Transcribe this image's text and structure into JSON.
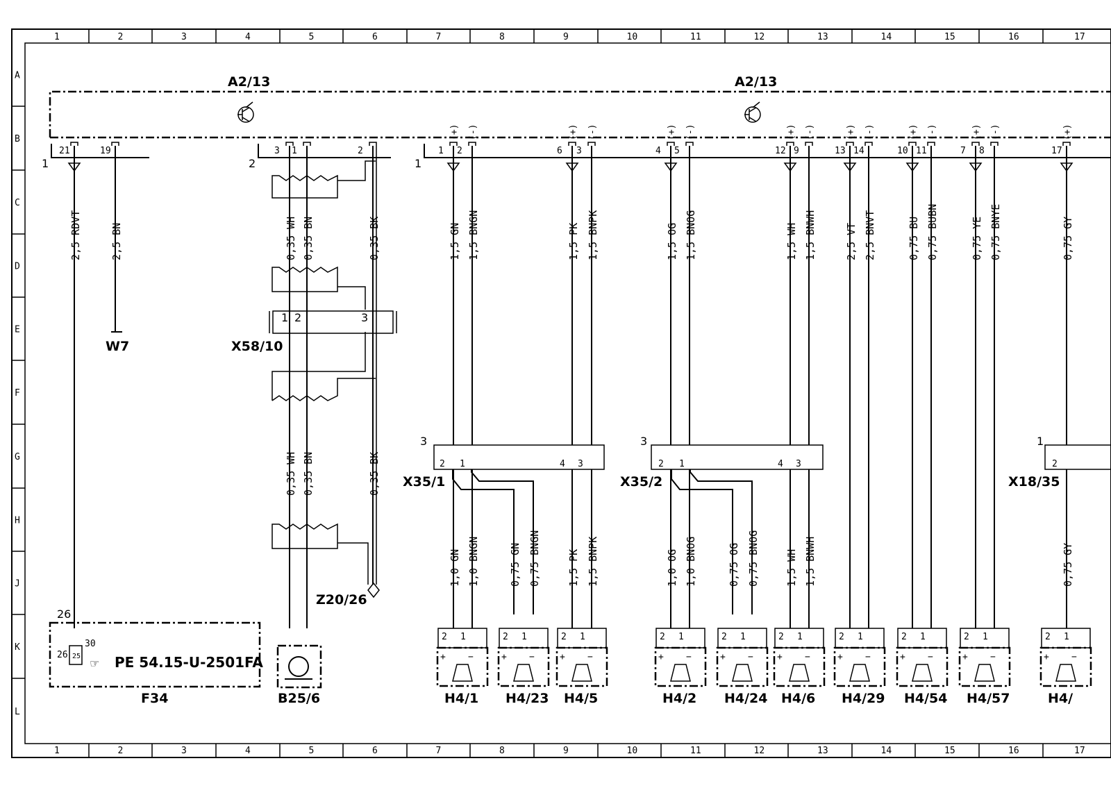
{
  "grid": {
    "columns": [
      "1",
      "2",
      "3",
      "4",
      "5",
      "6",
      "7",
      "8",
      "9",
      "10",
      "11",
      "12",
      "13",
      "14",
      "15",
      "16",
      "17"
    ],
    "rows": [
      "A",
      "B",
      "C",
      "D",
      "E",
      "F",
      "G",
      "H",
      "J",
      "K",
      "L"
    ]
  },
  "modules": [
    {
      "id": "a2-13-left",
      "label": "A2/13"
    },
    {
      "id": "a2-13-right",
      "label": "A2/13"
    }
  ],
  "wires_top": [
    {
      "id": "w-21",
      "pin": "21",
      "label": "2,5 RDVT"
    },
    {
      "id": "w-19",
      "pin": "19",
      "label": "2,5 BN"
    },
    {
      "id": "w-3",
      "pin": "3",
      "label": "0,35 WH"
    },
    {
      "id": "w-1",
      "pin": "1",
      "label": "0,35 BN"
    },
    {
      "id": "w-2",
      "pin": "2",
      "label": "0,35 BK"
    },
    {
      "id": "sp1p",
      "pin": "1",
      "label": "1,5 GN",
      "sign": "(+)"
    },
    {
      "id": "sp1n",
      "pin": "2",
      "label": "1,5 BNGN",
      "sign": "(-)"
    },
    {
      "id": "sp2p",
      "pin": "6",
      "label": "1,5 PK",
      "sign": "(+)"
    },
    {
      "id": "sp2n",
      "pin": "3",
      "label": "1,5 BNPK",
      "sign": "(-)"
    },
    {
      "id": "sp3p",
      "pin": "4",
      "label": "1,5 OG",
      "sign": "(+)"
    },
    {
      "id": "sp3n",
      "pin": "5",
      "label": "1,5 BNOG",
      "sign": "(-)"
    },
    {
      "id": "sp4p",
      "pin": "12",
      "label": "1,5 WH",
      "sign": "(+)"
    },
    {
      "id": "sp4n",
      "pin": "9",
      "label": "1,5 BNWH",
      "sign": "(-)"
    },
    {
      "id": "sp5p",
      "pin": "13",
      "label": "2,5 VT",
      "sign": "(+)"
    },
    {
      "id": "sp5n",
      "pin": "14",
      "label": "2,5 BNVT",
      "sign": "(-)"
    },
    {
      "id": "sp6p",
      "pin": "10",
      "label": "0,75 BU",
      "sign": "(+)"
    },
    {
      "id": "sp6n",
      "pin": "11",
      "label": "0,75 BUBN",
      "sign": "(-)"
    },
    {
      "id": "sp7p",
      "pin": "7",
      "label": "0,75 YE",
      "sign": "(+)"
    },
    {
      "id": "sp7n",
      "pin": "8",
      "label": "0,75 BNYE",
      "sign": "(-)"
    },
    {
      "id": "sp8p",
      "pin": "17",
      "label": "0,75 GY",
      "sign": "(+)"
    }
  ],
  "connector_groups": [
    {
      "id": "grp-1",
      "label": "1"
    },
    {
      "id": "grp-2",
      "label": "2"
    },
    {
      "id": "grp-3",
      "label": "1"
    }
  ],
  "wires_mid": [
    {
      "id": "m-wh",
      "label": "0,35 WH"
    },
    {
      "id": "m-bn",
      "label": "0,35 BN"
    },
    {
      "id": "m-bk",
      "label": "0,35 BK"
    }
  ],
  "wires_low": [
    {
      "id": "l1",
      "label": "1,0 GN"
    },
    {
      "id": "l2",
      "label": "1,0 BNGN"
    },
    {
      "id": "l3",
      "label": "0,75 GN"
    },
    {
      "id": "l4",
      "label": "0,75 BNGN"
    },
    {
      "id": "l5",
      "label": "1,5 PK"
    },
    {
      "id": "l6",
      "label": "1,5 BNPK"
    },
    {
      "id": "l7",
      "label": "1,0 OG"
    },
    {
      "id": "l8",
      "label": "1,0 BNOG"
    },
    {
      "id": "l9",
      "label": "0,75 OG"
    },
    {
      "id": "l10",
      "label": "0,75 BNOG"
    },
    {
      "id": "l11",
      "label": "1,5 WH"
    },
    {
      "id": "l12",
      "label": "1,5 BNWH"
    },
    {
      "id": "l13",
      "label": "0,75 GY"
    }
  ],
  "components": {
    "w7": "W7",
    "x58_10": "X58/10",
    "x35_1": "X35/1",
    "x35_2": "X35/2",
    "x18_35": "X18/35",
    "z20_26": "Z20/26",
    "f34": "F34",
    "b25_6": "B25/6",
    "fuse_ref": "PE 54.15-U-2501FA",
    "fuse_pin_top": "26",
    "fuse_pin_left": "26",
    "fuse_25": "25",
    "fuse_30": "30"
  },
  "speakers": [
    "H4/1",
    "H4/23",
    "H4/5",
    "H4/2",
    "H4/24",
    "H4/6",
    "H4/29",
    "H4/54",
    "H4/57",
    "H4/"
  ],
  "connector_pins": {
    "x58_1": "1",
    "x58_2": "2",
    "x58_3": "3",
    "x35_1_2": "2",
    "x35_1_1": "1",
    "x35_1_4": "4",
    "x35_1_3": "3",
    "x35_1_corner": "3",
    "x35_2_2": "2",
    "x35_2_1": "1",
    "x35_2_4": "4",
    "x35_2_3": "3",
    "x35_2_corner": "3",
    "x18_2": "2",
    "x18_corner": "1",
    "spk_2": "2",
    "spk_1": "1"
  }
}
